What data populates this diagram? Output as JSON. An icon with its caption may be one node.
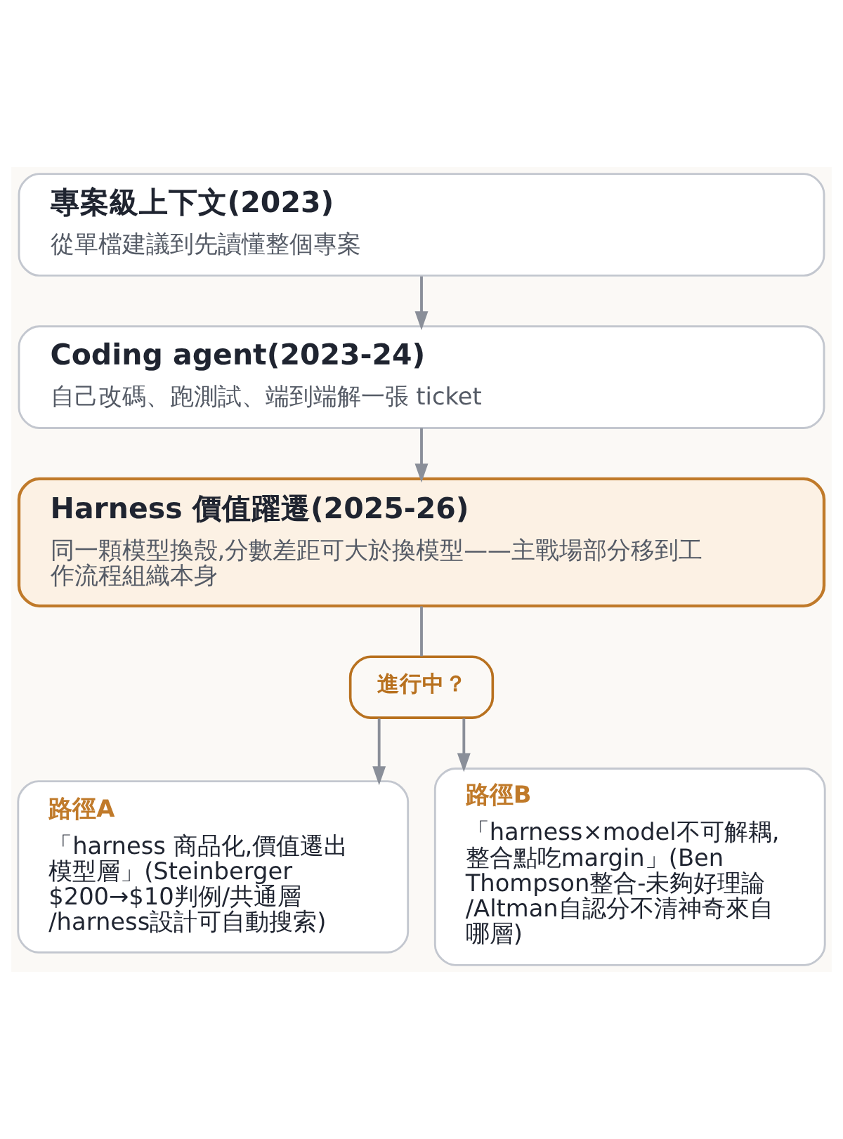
{
  "diagram": {
    "nodes": [
      {
        "text": [
          "專案級上下文(2023)",
          "從單檔建議到先讀懂整個專案"
        ]
      },
      {
        "text": [
          "Coding agent(2023-24)",
          "自己改碼、跑測試、端到端解一張 ticket"
        ]
      },
      {
        "text": [
          "Harness 價值躍遷(2025-26)",
          "同一顆模型換殼,分數差距可大於換模型——主戰場部分移到工作流程組織本身"
        ]
      },
      {
        "text": [
          "進行中？"
        ]
      },
      {
        "text": [
          "路徑A",
          "「harness 商品化,價值遷出模型層」(Steinberger $200→$10判例/共通層/harness設計可自動搜索)"
        ]
      },
      {
        "text": [
          "路徑B",
          "「harness×model不可解耦,整合點吃margin」(Ben Thompson整合-未夠好理論/Altman自認分不清神奇來自哪層)"
        ]
      }
    ],
    "edges": [
      {
        "from": 0,
        "to": 1,
        "arrow": "to"
      },
      {
        "from": 1,
        "to": 2,
        "arrow": "to"
      },
      {
        "from": 2,
        "to": 3,
        "arrow": "none"
      },
      {
        "from": 3,
        "to": 4,
        "arrow": "to"
      },
      {
        "from": 3,
        "to": 5,
        "arrow": "to"
      }
    ]
  }
}
